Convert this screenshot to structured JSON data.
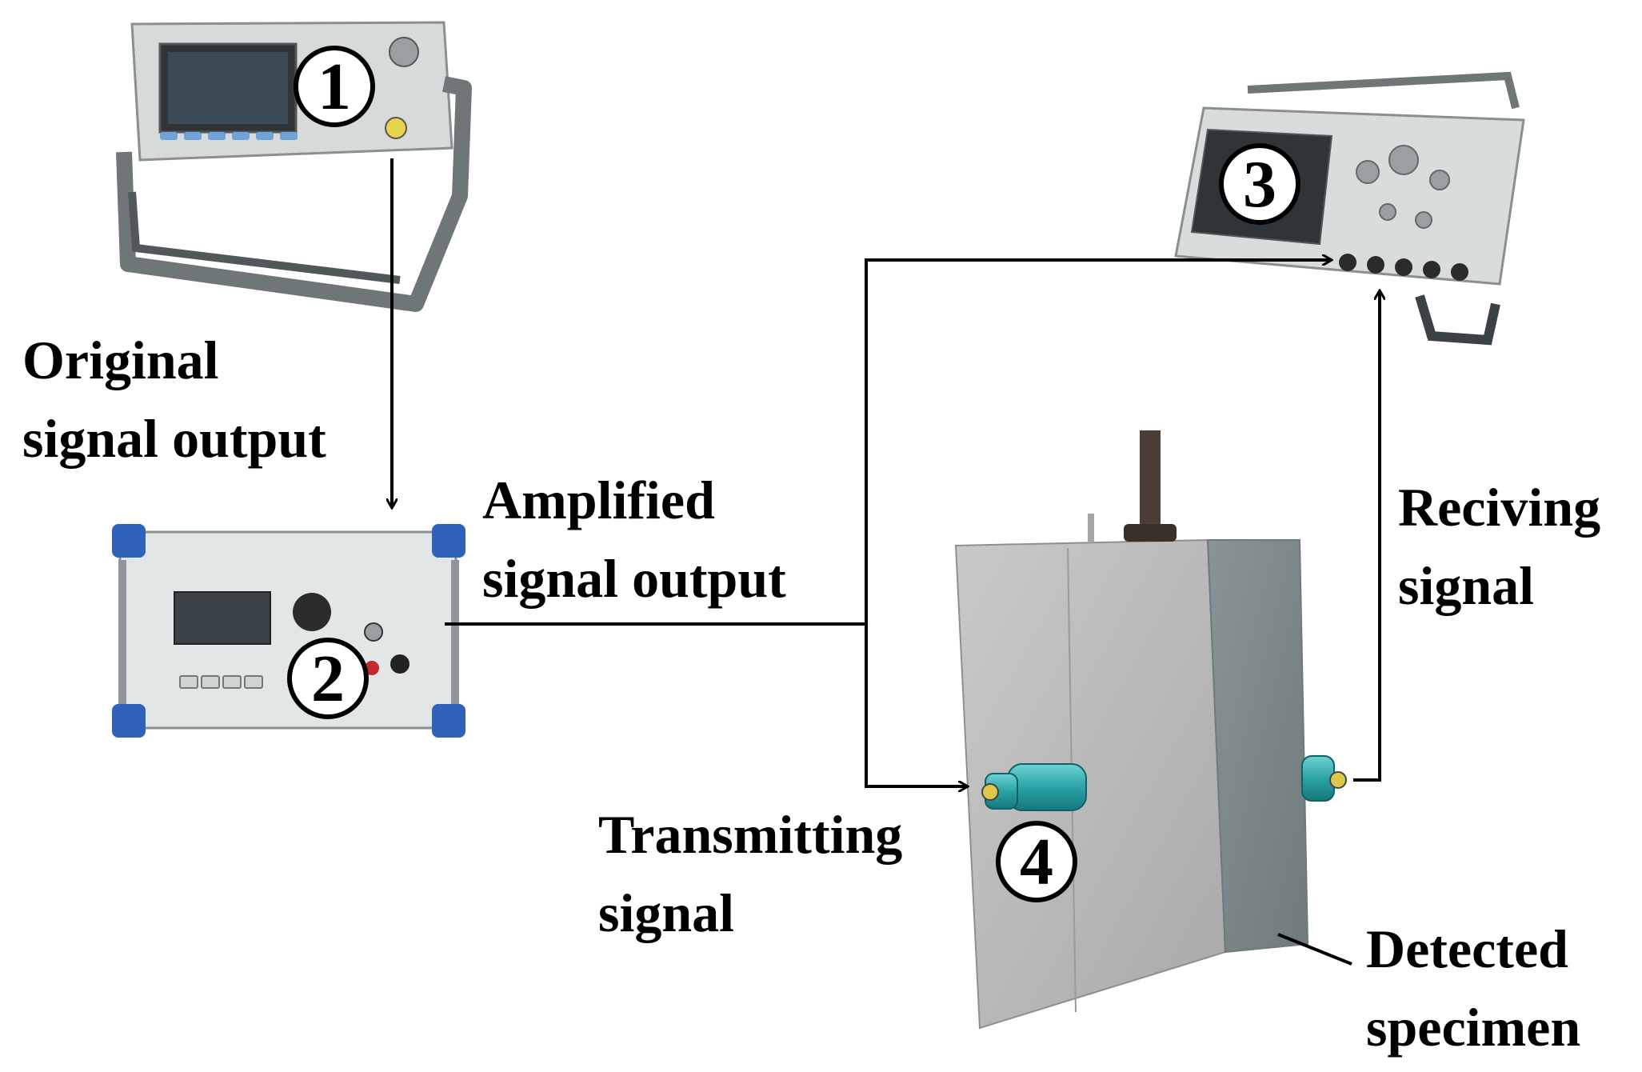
{
  "labels": {
    "original_1": "Original",
    "original_2": "signal output",
    "amplified_1": "Amplified",
    "amplified_2": "signal output",
    "receiving_1": "Reciving",
    "receiving_2": "signal",
    "transmitting_1": "Transmitting",
    "transmitting_2": "signal",
    "detected_1": "Detected",
    "detected_2": "specimen"
  },
  "badges": {
    "generator": "1",
    "amplifier": "2",
    "oscilloscope": "3",
    "transducer": "4"
  },
  "colors": {
    "line": "#000000",
    "concrete": "#bdbdbd",
    "device_body": "#d9dcdc",
    "amplifier_corners": "#2f62b8",
    "transducer": "#2fa6a6"
  }
}
